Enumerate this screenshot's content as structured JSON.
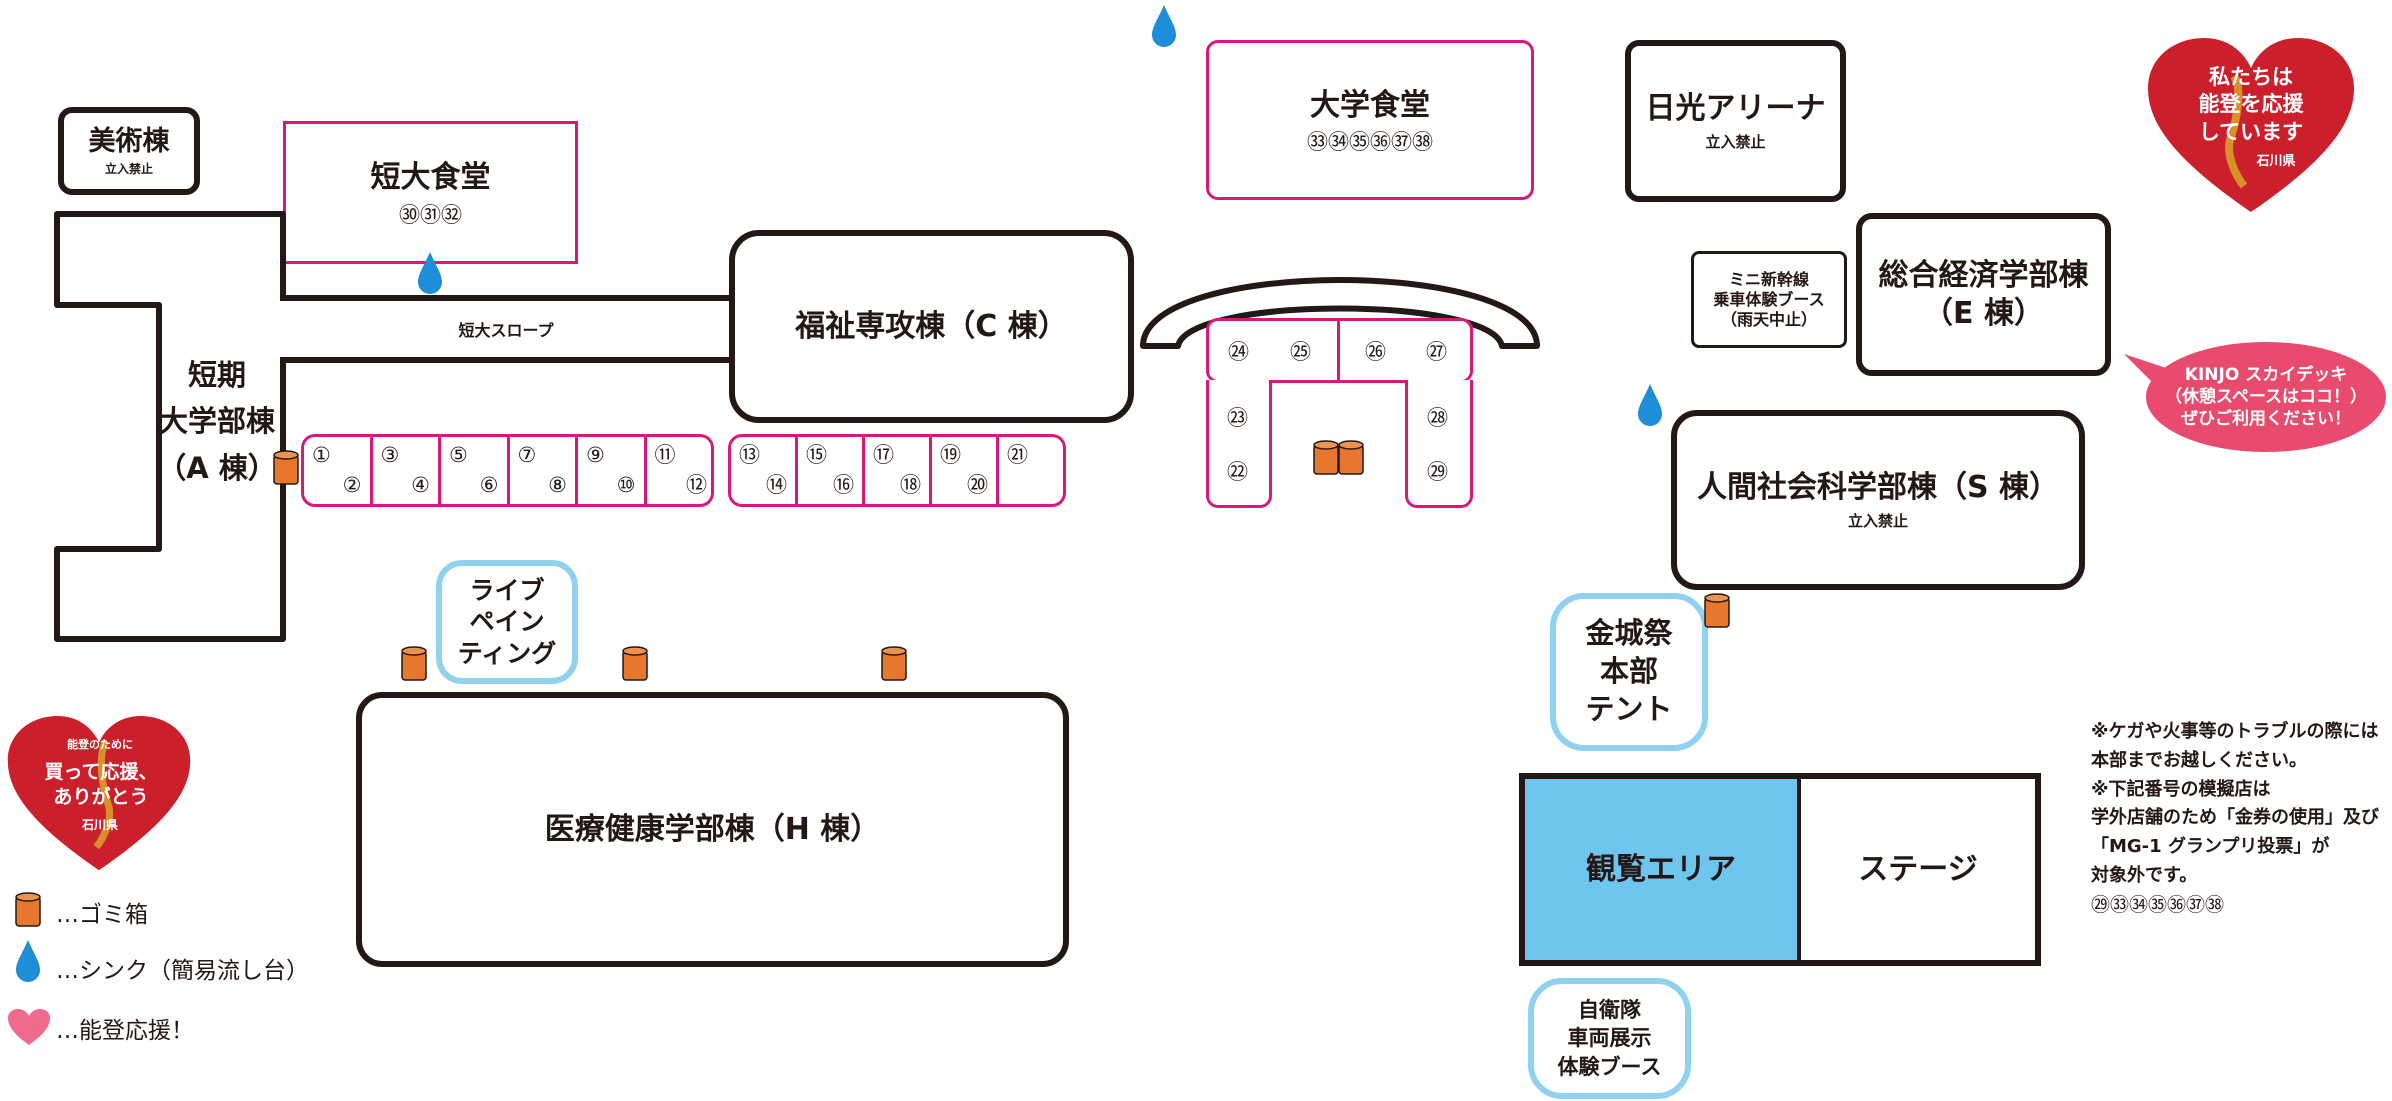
{
  "buildings": {
    "art": {
      "name": "美術棟",
      "sub": "立入禁止"
    },
    "junior_cafeteria": {
      "name": "短大食堂",
      "stalls": "㉚㉛㉜"
    },
    "junior_college": {
      "name": "短期\n大学部棟\n（A 棟）"
    },
    "slope": {
      "name": "短大スロープ"
    },
    "welfare": {
      "name": "福祉専攻棟（C 棟）"
    },
    "cafeteria": {
      "name": "大学食堂",
      "stalls": "㉝㉞㉟㊱㊲㊳"
    },
    "nikko": {
      "name": "日光アリーナ",
      "sub": "立入禁止"
    },
    "shinkansen": {
      "name": "ミニ新幹線\n乗車体験ブース\n（雨天中止）"
    },
    "economics": {
      "name": "総合経済学部棟\n（E 棟）"
    },
    "human": {
      "name": "人間社会科学部棟（S 棟）",
      "sub": "立入禁止"
    },
    "live": {
      "name": "ライブ\nペイン\nティング"
    },
    "hq": {
      "name": "金城祭\n本部\nテント"
    },
    "medical": {
      "name": "医療健康学部棟（H 棟）"
    },
    "viewing": {
      "name": "観覧エリア"
    },
    "stage": {
      "name": "ステージ"
    },
    "sdf": {
      "name": "自衛隊\n車両展示\n体験ブース"
    }
  },
  "stalls_row1": [
    {
      "top": "①",
      "bottom": "②"
    },
    {
      "top": "③",
      "bottom": "④"
    },
    {
      "top": "⑤",
      "bottom": "⑥"
    },
    {
      "top": "⑦",
      "bottom": "⑧"
    },
    {
      "top": "⑨",
      "bottom": "⑩"
    },
    {
      "top": "⑪",
      "bottom": "⑫"
    }
  ],
  "stalls_row2": [
    {
      "top": "⑬",
      "bottom": "⑭"
    },
    {
      "top": "⑮",
      "bottom": "⑯"
    },
    {
      "top": "⑰",
      "bottom": "⑱"
    },
    {
      "top": "⑲",
      "bottom": "⑳"
    },
    {
      "top": "㉑",
      "bottom": ""
    }
  ],
  "ushape": {
    "top": [
      "㉔",
      "㉕",
      "㉖",
      "㉗"
    ],
    "left": [
      "㉓",
      "㉒"
    ],
    "right": [
      "㉘",
      "㉙"
    ]
  },
  "skydeck": {
    "text": "KINJO スカイデッキ\n（休憩スペースはココ！）\nぜひご利用ください！"
  },
  "hearts": {
    "top": {
      "text": "私たちは\n能登を応援\nしています",
      "pref": "石川県"
    },
    "left": {
      "small": "能登のために",
      "text": "買って応援、\nありがとう",
      "pref": "石川県"
    }
  },
  "notes": {
    "text": "※ケガや火事等のトラブルの際には\n本部までお越しください。\n※下記番号の模擬店は\n学外店舗のため「金券の使用」及び\n「MG-1 グランプリ投票」が\n対象外です。",
    "numbers": "㉙㉝㉞㉟㊱㊲㊳"
  },
  "legend": {
    "trash": "…ゴミ箱",
    "sink": "…シンク（簡易流し台）",
    "heart": "…能登応援！"
  },
  "icons": [
    "trash-can-icon",
    "water-drop-icon",
    "heart-icon"
  ],
  "colors": {
    "outline": "#231815",
    "stall": "#d9187a",
    "special": "#8fd1ee",
    "viewing": "#6ec6ee",
    "trash": "#e8772e",
    "sink": "#1e8ed8",
    "heart": "#e94b6e"
  }
}
